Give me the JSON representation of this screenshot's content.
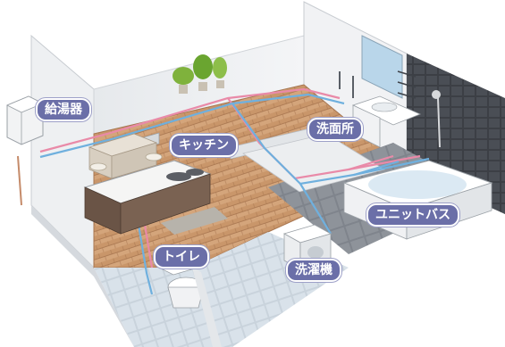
{
  "labels": {
    "water_heater": "給湯器",
    "kitchen": "キッチン",
    "washroom": "洗面所",
    "unit_bath": "ユニットバス",
    "toilet": "トイレ",
    "washing_machine": "洗濯機"
  },
  "colors": {
    "label_bg": "#6b6fa8",
    "hot_pipe": "#e98aa8",
    "cold_pipe": "#6fb0de",
    "wood_floor": "#c9966a",
    "tile_floor": "#8a8f96"
  }
}
